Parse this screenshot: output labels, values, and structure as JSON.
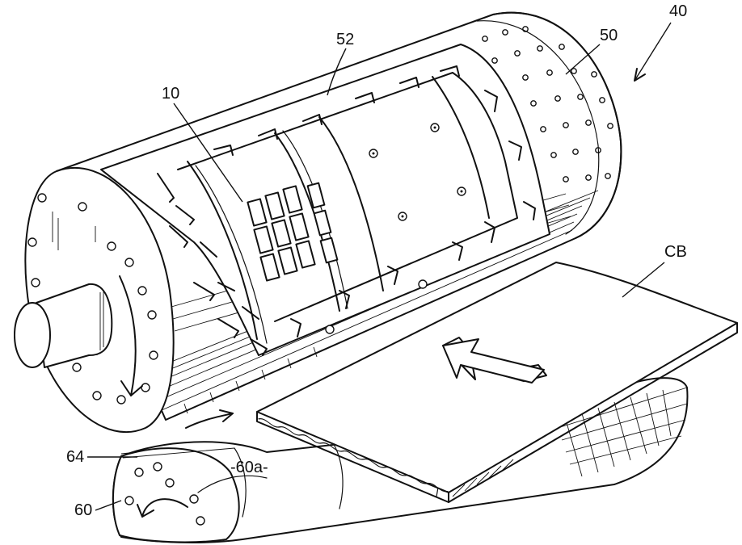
{
  "figure": {
    "labels": {
      "ref_40": "40",
      "ref_50": "50",
      "ref_52": "52",
      "ref_10": "10",
      "ref_cb": "CB",
      "ref_64": "64",
      "ref_60a": "-60a-",
      "ref_60": "60"
    }
  }
}
